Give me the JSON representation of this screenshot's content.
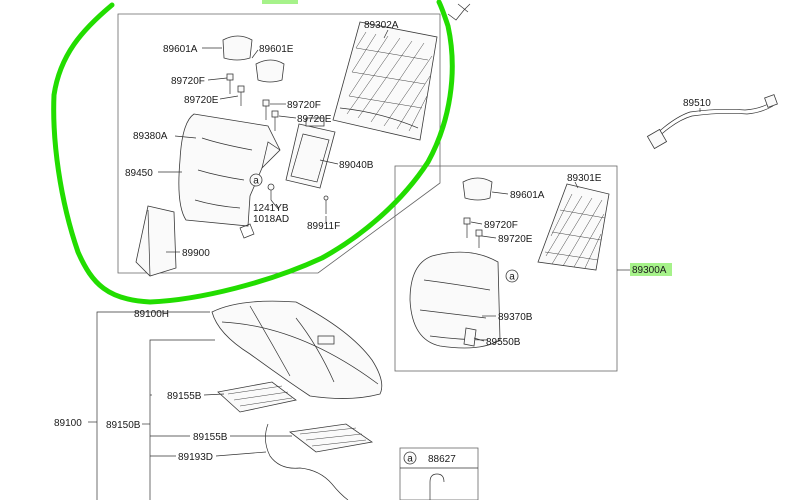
{
  "labels": {
    "p89601A_top": "89601A",
    "p89601E": "89601E",
    "p89302A": "89302A",
    "p89720F_left": "89720F",
    "p89720E_left": "89720E",
    "p89720F_mid": "89720F",
    "p89720E_mid": "89720E",
    "p89380A": "89380A",
    "p89040B": "89040B",
    "p89450": "89450",
    "p1241YB": "1241YB",
    "p1018AD": "1018AD",
    "p89911F": "89911F",
    "p89900": "89900",
    "p89510": "89510",
    "p89601A_right": "89601A",
    "p89301E": "89301E",
    "p89720F_right": "89720F",
    "p89720E_right": "89720E",
    "p89300A": "89300A",
    "p89370B": "89370B",
    "p89550B": "89550B",
    "p89100H": "89100H",
    "p89100": "89100",
    "p89150B": "89150B",
    "p89155B_a": "89155B",
    "p89155B_b": "89155B",
    "p89193D": "89193D",
    "p88627": "88627",
    "callout_a": "a"
  },
  "colors": {
    "highlight_circle": "#22dd00",
    "label_highlight": "#a6f28a",
    "line": "#333333"
  }
}
